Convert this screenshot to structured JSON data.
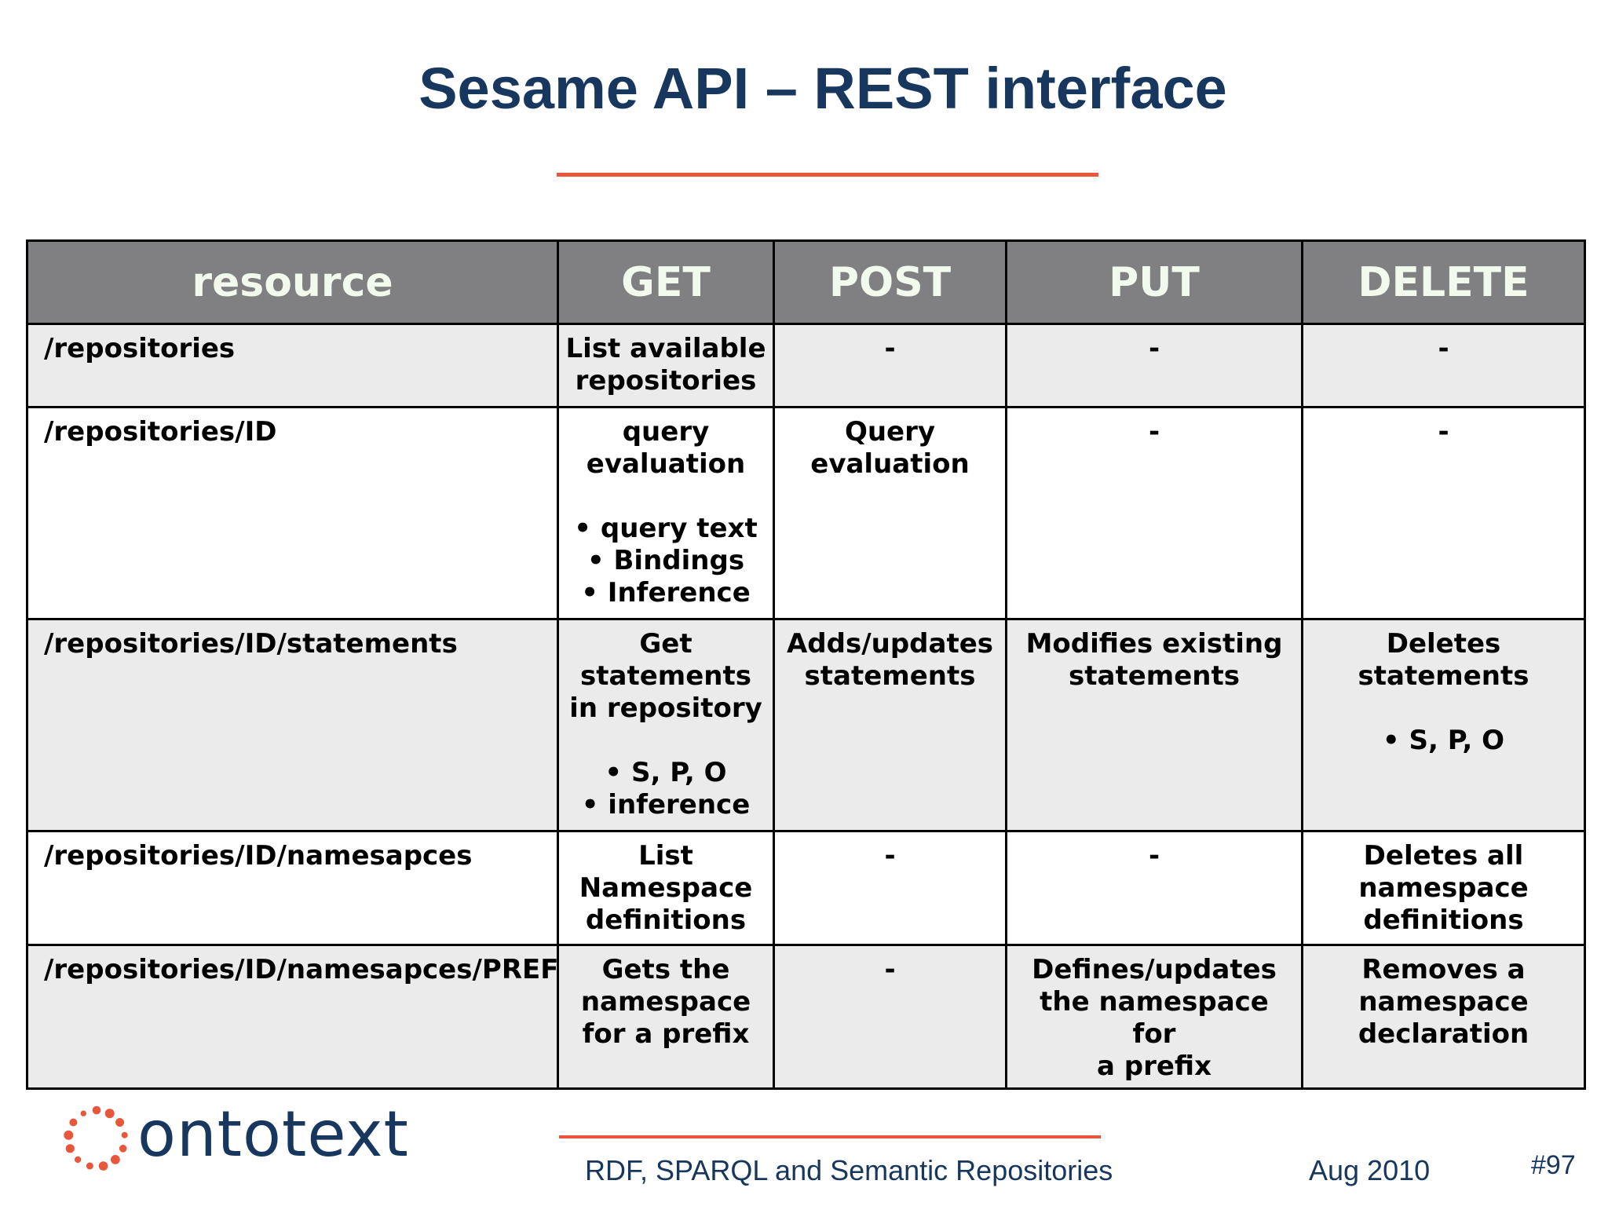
{
  "title": "Sesame API – REST interface",
  "colors": {
    "title": "#17375e",
    "accent_rule": "#e8573b",
    "header_bg": "#807f81",
    "header_text": "#f2faee",
    "row_shade": "#ebebeb",
    "logo_dots": "#e8573b"
  },
  "table": {
    "headers": [
      "resource",
      "GET",
      "POST",
      "PUT",
      "DELETE"
    ],
    "rows": [
      {
        "resource": "/repositories",
        "get": [
          "List available",
          "repositories"
        ],
        "post": [
          "-"
        ],
        "put": [
          "-"
        ],
        "delete": [
          "-"
        ]
      },
      {
        "resource": "/repositories/ID",
        "get": [
          "query",
          "evaluation",
          "",
          "• query text",
          "• Bindings",
          "• Inference"
        ],
        "post": [
          "Query",
          "evaluation"
        ],
        "put": [
          "-"
        ],
        "delete": [
          "-"
        ]
      },
      {
        "resource": "/repositories/ID/statements",
        "get": [
          "Get",
          "statements",
          "in repository",
          "",
          "• S, P, O",
          "• inference"
        ],
        "post": [
          "Adds/updates",
          "statements"
        ],
        "put": [
          "Modifies existing",
          "statements"
        ],
        "delete": [
          "Deletes",
          "statements",
          "",
          "• S, P, O"
        ]
      },
      {
        "resource": "/repositories/ID/namesapces",
        "get": [
          "List",
          "Namespace",
          "definitions"
        ],
        "post": [
          "-"
        ],
        "put": [
          "-"
        ],
        "delete": [
          "Deletes all",
          "namespace",
          "definitions"
        ]
      },
      {
        "resource": "/repositories/ID/namesapces/PREF",
        "get": [
          "Gets the",
          "namespace",
          "for a prefix"
        ],
        "post": [
          "-"
        ],
        "put": [
          "Defines/updates",
          "the namespace for",
          "a prefix"
        ],
        "delete": [
          "Removes a",
          "namespace",
          "declaration"
        ]
      }
    ]
  },
  "logo": {
    "text": "ontotext",
    "icon": "dotted-circle-logo-icon"
  },
  "footer": {
    "course": "RDF, SPARQL and Semantic Repositories",
    "date": "Aug 2010",
    "slide_number": "#97"
  }
}
